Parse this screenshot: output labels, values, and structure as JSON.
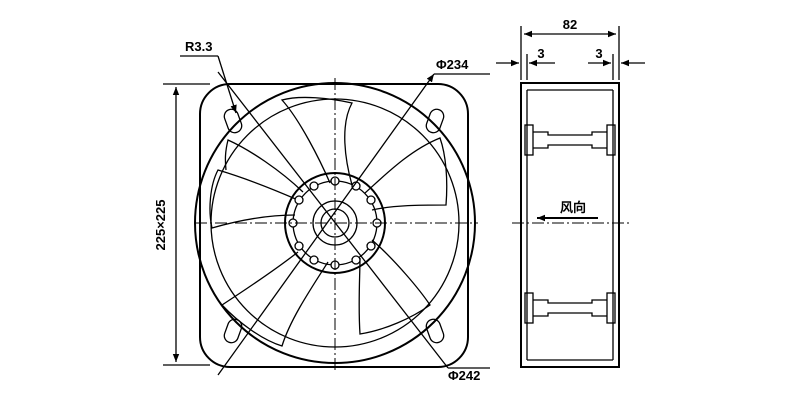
{
  "front_view": {
    "corner_radius_label": "R3.3",
    "inner_diameter_label": "Φ234",
    "outer_diameter_label": "Φ242",
    "frame_size_label": "225×225"
  },
  "side_view": {
    "depth_label": "82",
    "left_flange_label": "3",
    "right_flange_label": "3",
    "airflow_label": "风向"
  },
  "colors": {
    "line": "#000000",
    "background": "#ffffff"
  }
}
